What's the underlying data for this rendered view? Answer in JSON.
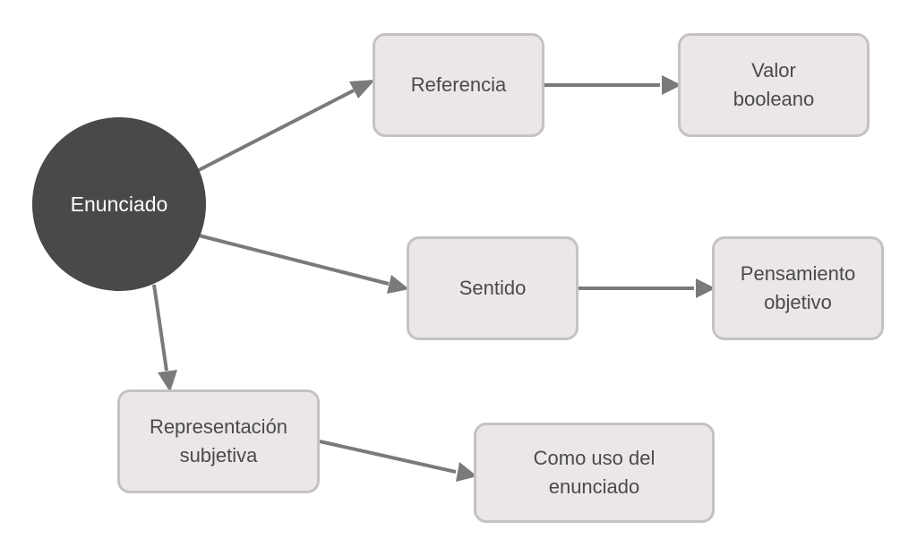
{
  "diagram": {
    "center": {
      "label": "Enunciado"
    },
    "nodes": {
      "referencia": {
        "label": "Referencia"
      },
      "valor": {
        "label": "Valor\nbooleano"
      },
      "sentido": {
        "label": "Sentido"
      },
      "pensamiento": {
        "label": "Pensamiento\nobjetivo"
      },
      "representacion": {
        "label": "Representación\nsubjetiva"
      },
      "uso": {
        "label": "Como uso del\nenunciado"
      }
    },
    "edges": [
      {
        "from": "Enunciado",
        "to": "Referencia"
      },
      {
        "from": "Referencia",
        "to": "Valor booleano"
      },
      {
        "from": "Enunciado",
        "to": "Sentido"
      },
      {
        "from": "Sentido",
        "to": "Pensamiento objetivo"
      },
      {
        "from": "Enunciado",
        "to": "Representación subjetiva"
      },
      {
        "from": "Representación subjetiva",
        "to": "Como uso del enunciado"
      }
    ],
    "colors": {
      "center_fill": "#4a4849",
      "box_fill": "#ebe6e9",
      "box_border": "#c5c1c4",
      "arrow": "#7a7a7a",
      "text": "#4a4a4a"
    }
  }
}
